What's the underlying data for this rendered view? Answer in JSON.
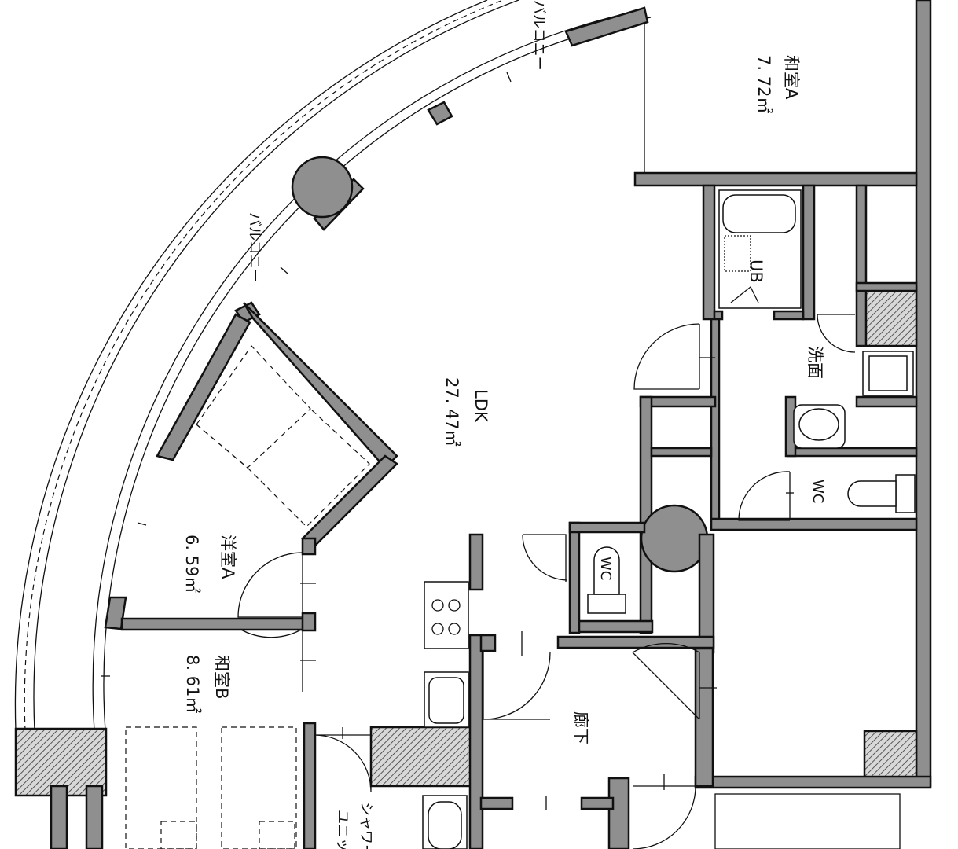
{
  "rooms": {
    "washitsu_a": {
      "name": "和室A",
      "area": "7. 72㎡"
    },
    "ldk": {
      "name": "LDK",
      "area": "27. 47㎡"
    },
    "yoshitsu_a": {
      "name": "洋室A",
      "area": "6. 59㎡"
    },
    "washitsu_b": {
      "name": "和室B",
      "area": "8. 61㎡"
    },
    "ub": {
      "name": "UB"
    },
    "senmen": {
      "name": "洗面"
    },
    "wc_main": {
      "name": "WC"
    },
    "wc_small": {
      "name": "WC"
    },
    "rouka": {
      "name": "廊下"
    },
    "shower": {
      "name_line1": "シャワー",
      "name_line2": "ユニット"
    }
  },
  "balcony": {
    "label_top": "バルコニー",
    "label_left": "バルコニー"
  },
  "colors": {
    "wall_fill": "#8f8f8f",
    "line": "#111111",
    "background": "#ffffff"
  }
}
